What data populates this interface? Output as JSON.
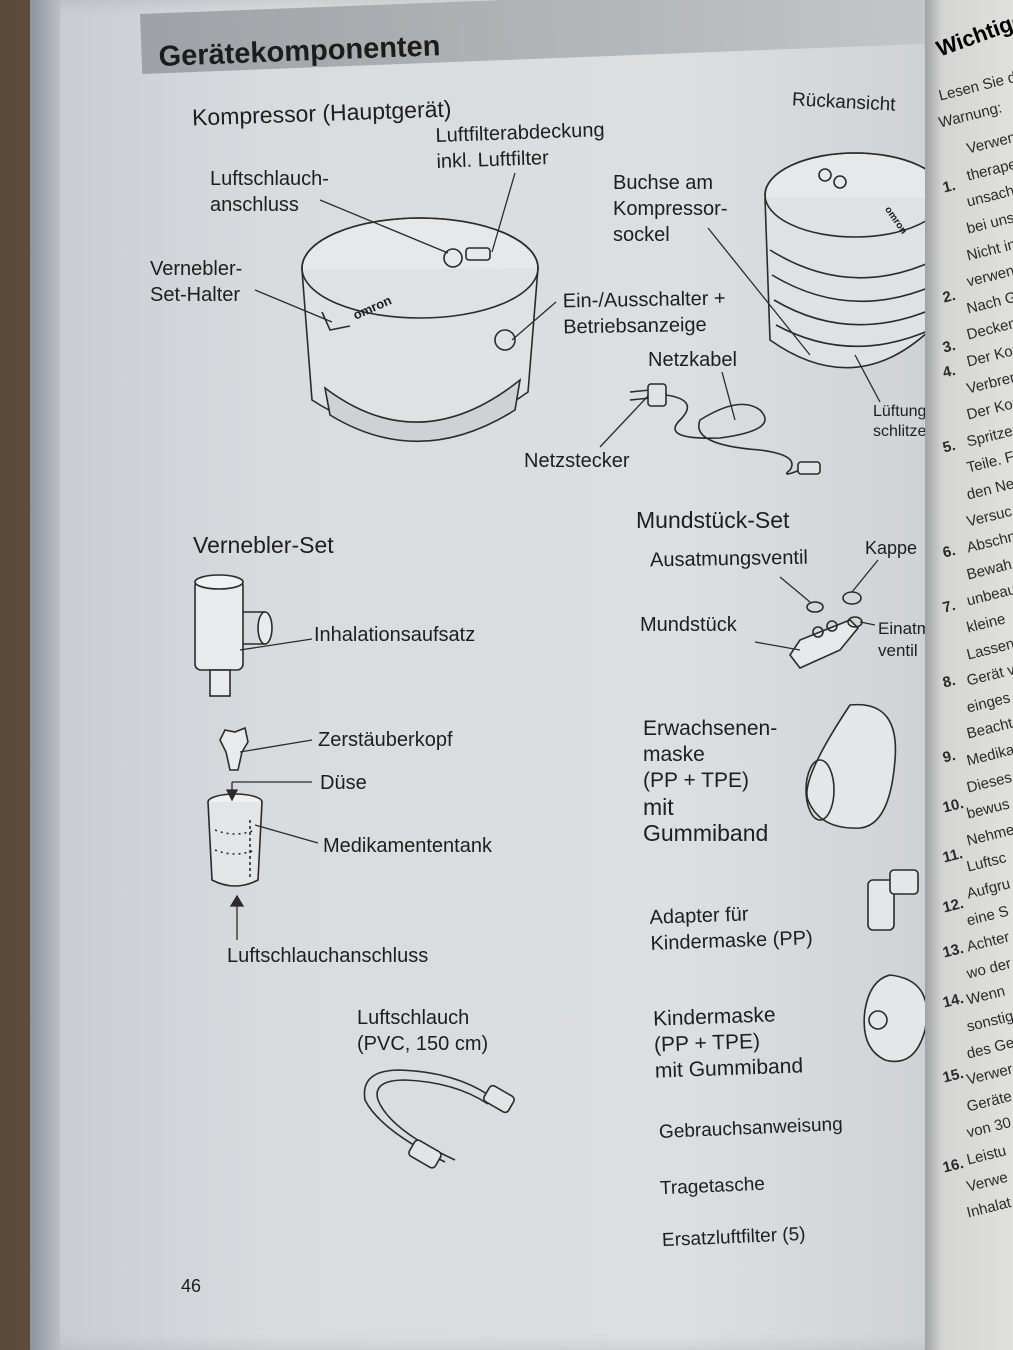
{
  "header": {
    "title": "Gerätekomponenten"
  },
  "compressor": {
    "section_title": "Kompressor (Hauptgerät)",
    "rear_view": "Rückansicht",
    "air_filter_cover": [
      "Luftfilterabdeckung",
      "inkl. Luftfilter"
    ],
    "air_tube_connector": [
      "Luftschlauch-",
      "anschluss"
    ],
    "nebulizer_holder": [
      "Vernebler-",
      "Set-Halter"
    ],
    "socket": [
      "Buchse am",
      "Kompressor-",
      "sockel"
    ],
    "power_switch": [
      "Ein-/Ausschalter +",
      "Betriebsanzeige"
    ],
    "power_cable": "Netzkabel",
    "power_plug": "Netzstecker",
    "vents": [
      "Lüftungs-",
      "schlitze"
    ],
    "brand_logo": "omron"
  },
  "nebulizer_set": {
    "section_title": "Vernebler-Set",
    "inhalation_top": "Inhalationsaufsatz",
    "atomizer_head": "Zerstäuberkopf",
    "nozzle": "Düse",
    "medication_tank": "Medikamententank",
    "air_tube_connector": "Luftschlauchanschluss"
  },
  "air_tube": {
    "label": [
      "Luftschlauch",
      "(PVC, 150 cm)"
    ]
  },
  "mouthpiece_set": {
    "section_title": "Mundstück-Set",
    "exhalation_valve": "Ausatmungsventil",
    "cap": "Kappe",
    "mouthpiece": "Mundstück",
    "inhalation_valve": [
      "Einatmung",
      "ventil"
    ]
  },
  "accessories": {
    "adult_mask": [
      "Erwachsenen-",
      "maske",
      "(PP + TPE)",
      "mit",
      "Gummiband"
    ],
    "child_adapter": [
      "Adapter für",
      "Kindermaske (PP)"
    ],
    "child_mask": [
      "Kindermaske",
      "(PP + TPE)",
      "mit Gummiband"
    ],
    "manual": "Gebrauchsanweisung",
    "bag": "Tragetasche",
    "spare_filters": "Ersatzluftfilter (5)"
  },
  "page_number": "46",
  "next_page": {
    "heading": "Wichtige",
    "lines": [
      "Lesen Sie d",
      "Warnung:",
      "Verwend",
      "therapeu",
      "unsachg",
      "bei unsa",
      "Nicht in",
      "verwend",
      "Nach G",
      "Decken",
      "Der Kor",
      "Verbren",
      "Der Kor",
      "Spritzer",
      "Teile. F",
      "den Ne",
      "Versuc",
      "Abschn",
      "Bewah",
      "unbeau",
      "kleine",
      "Lassen",
      "Gerät v",
      "einges",
      "Beacht",
      "Medika",
      "Dieses",
      "bewus",
      "Nehme",
      "Luftsc",
      "Aufgru",
      "eine S",
      "Achter",
      "wo der",
      "Wenn",
      "sonstig",
      "des Ge",
      "Verwer",
      "Geräte",
      "von 30",
      "Leistu",
      "Verwe",
      "Inhalat"
    ],
    "numbers": [
      "1.",
      "2.",
      "3.",
      "4.",
      "5.",
      "6.",
      "7.",
      "8.",
      "9.",
      "10.",
      "11.",
      "12.",
      "13.",
      "14.",
      "15.",
      "16."
    ]
  }
}
